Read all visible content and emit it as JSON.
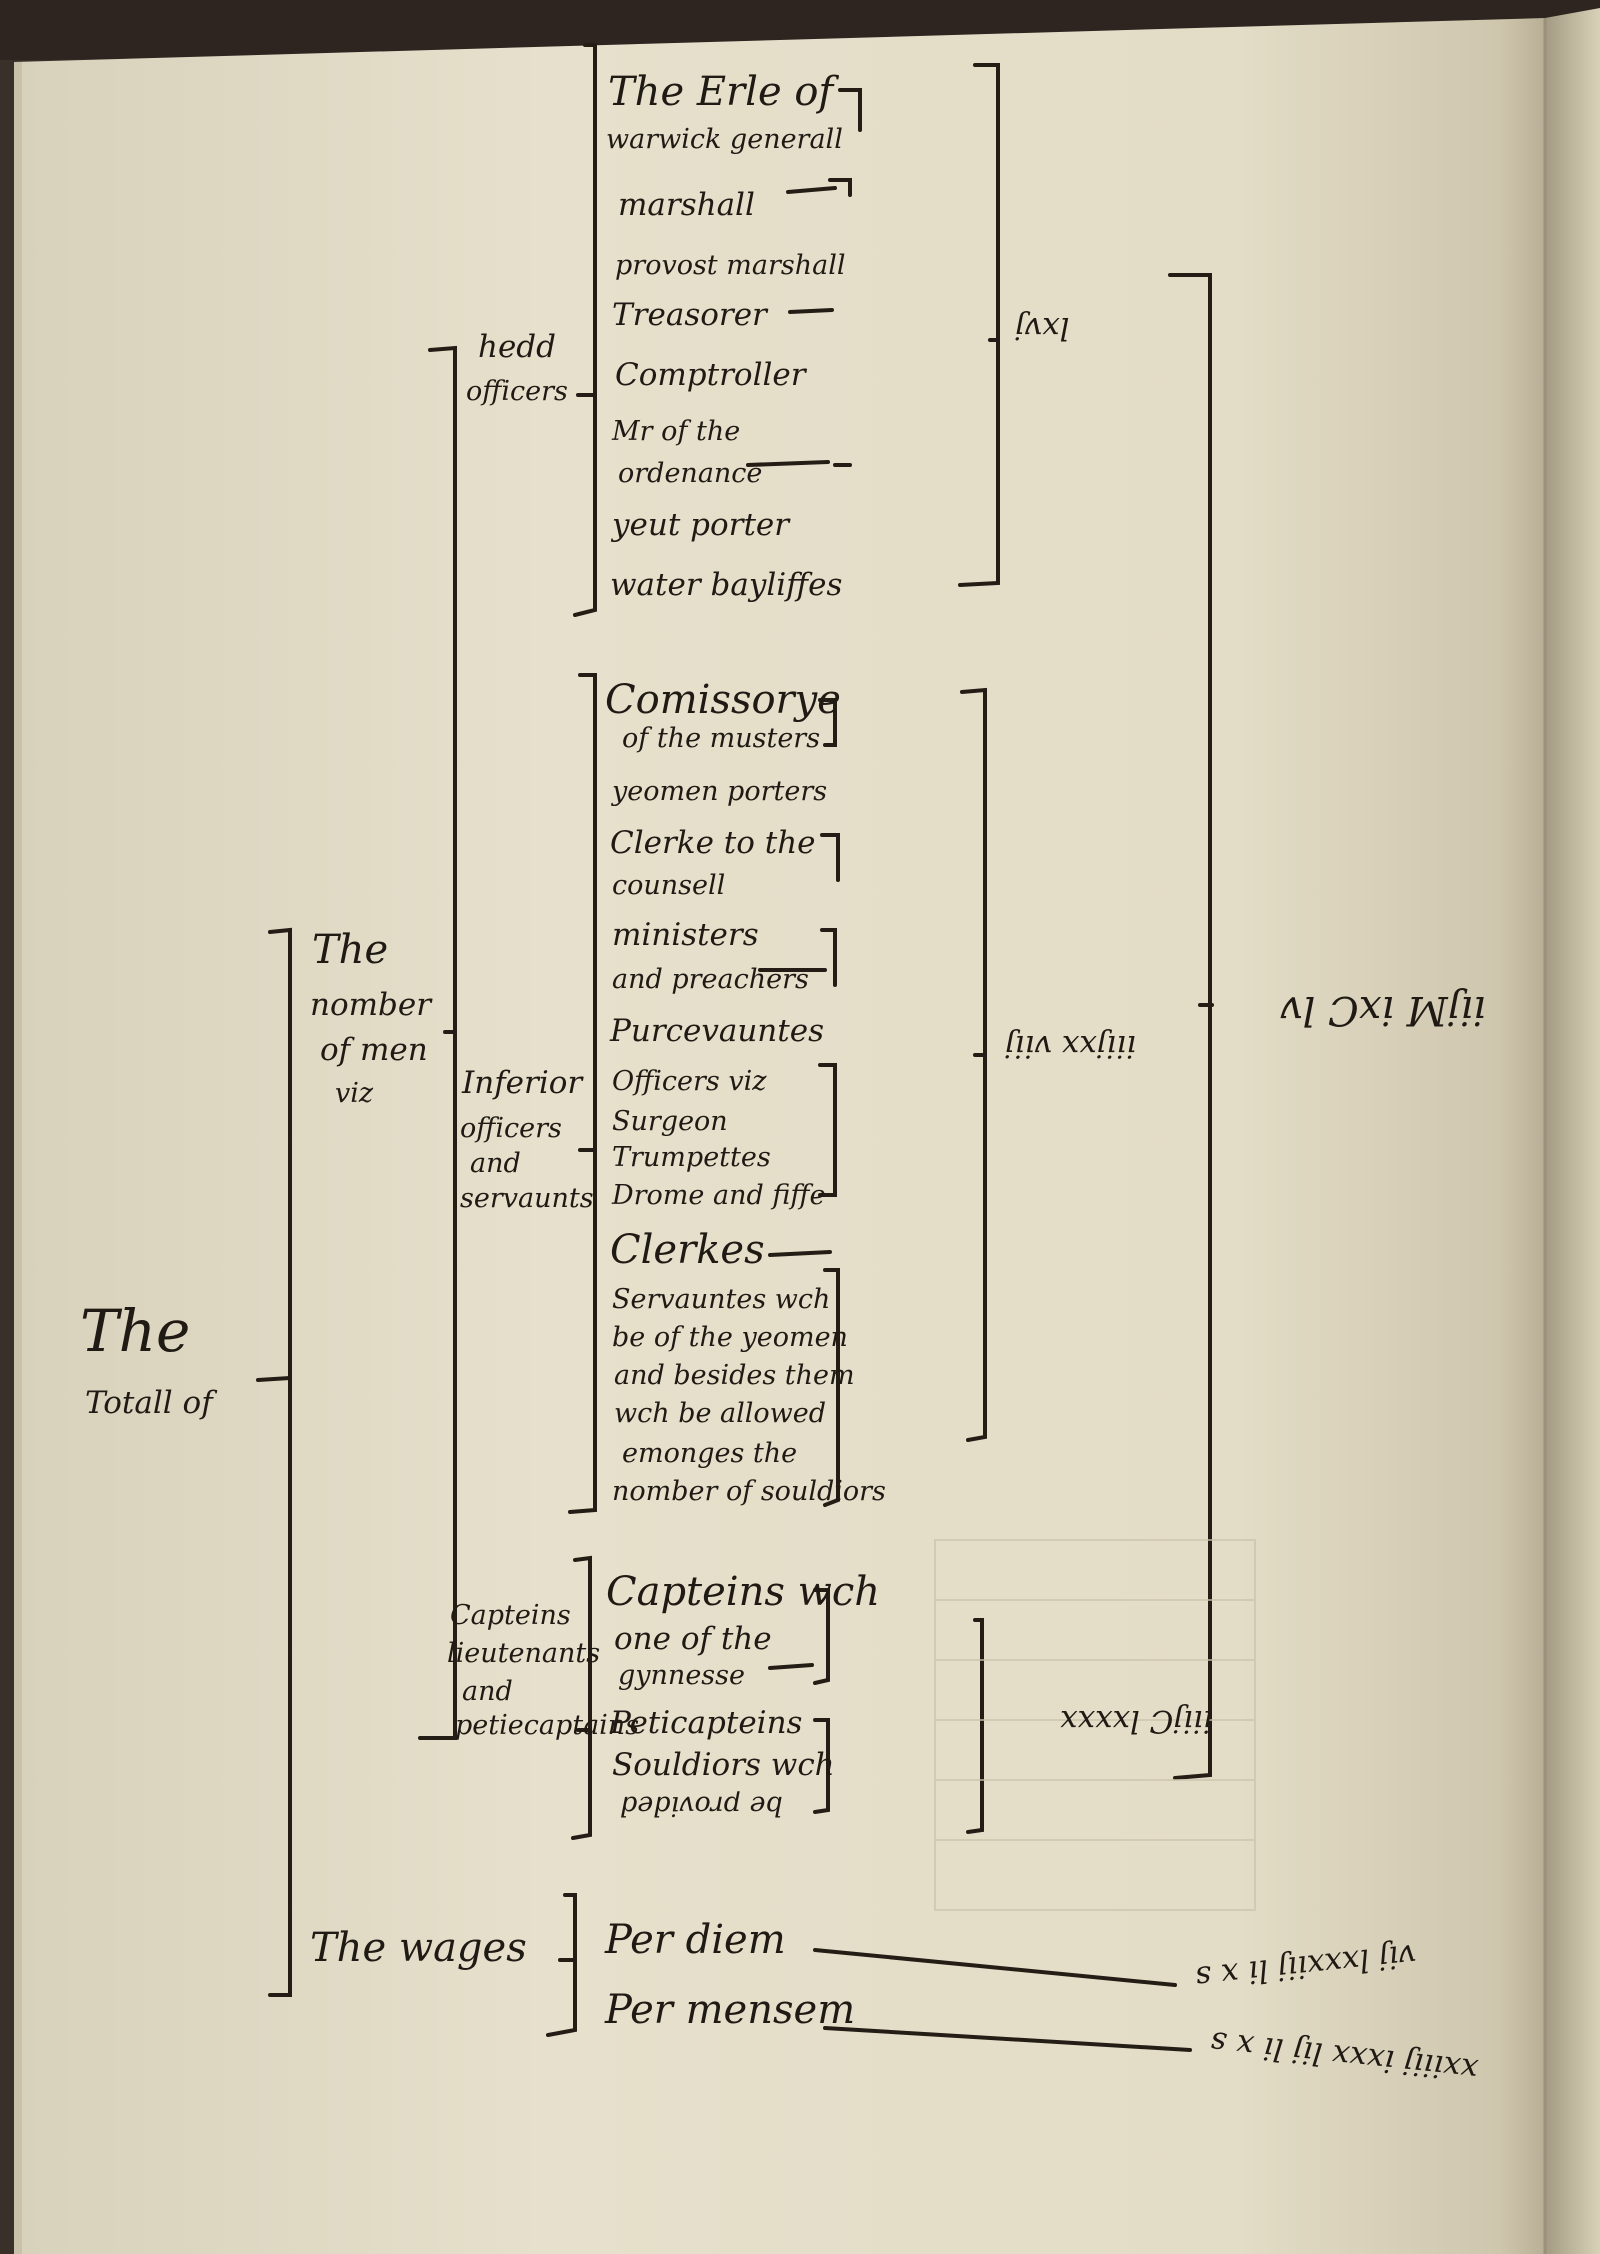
{
  "manuscript": {
    "total_label_line1": "The",
    "total_label_line2": "Totall of",
    "number_of_men": [
      "The",
      "nomber",
      "of men",
      "viz"
    ],
    "groups": {
      "head_officers": {
        "label": [
          "hedd",
          "officers"
        ],
        "subtotal": "lxvj"
      },
      "inferior_officers": {
        "label": [
          "Inferior",
          "officers",
          "and",
          "servaunts"
        ],
        "subtotal": "iiijxx viij"
      },
      "captains": {
        "label": [
          "Capteins",
          "lieutenants",
          "and",
          "petiecaptains"
        ],
        "subtotal": "iiijC lxxxx"
      }
    },
    "head_officers_entries": [
      "The Erle of",
      "warwick generall",
      "marshall",
      "provost marshall",
      "Treasorer",
      "Comptroller",
      "Mr of the",
      "ordenance",
      "yeut porter",
      "water bayliffes"
    ],
    "inferior_entries": [
      "Comissorye",
      "of the musters",
      "yeomen porters",
      "Clerke to the",
      "counsell",
      "ministers",
      "and preachers",
      "Purcevauntes",
      "Officers viz",
      "Surgeon",
      "Trumpettes",
      "Drome and fiffe",
      "Clerkes",
      "Servauntes wch",
      "be of the yeomen",
      "and besides them",
      "wch be allowed",
      "emonges the",
      "nomber of souldiors"
    ],
    "captain_entries": [
      "Capteins wch",
      "one of the",
      "gynnesse",
      "Peticapteins",
      "Souldiors wch",
      "be provided"
    ],
    "wages": {
      "label": "The wages",
      "per_diem": "Per diem",
      "per_mensem": "Per mensem"
    },
    "grand_total": "iijM ixC lv",
    "margin_notes_inverted": [
      "vij lxxxiij li x s",
      "xxiiij ixxx lij li x s"
    ]
  }
}
